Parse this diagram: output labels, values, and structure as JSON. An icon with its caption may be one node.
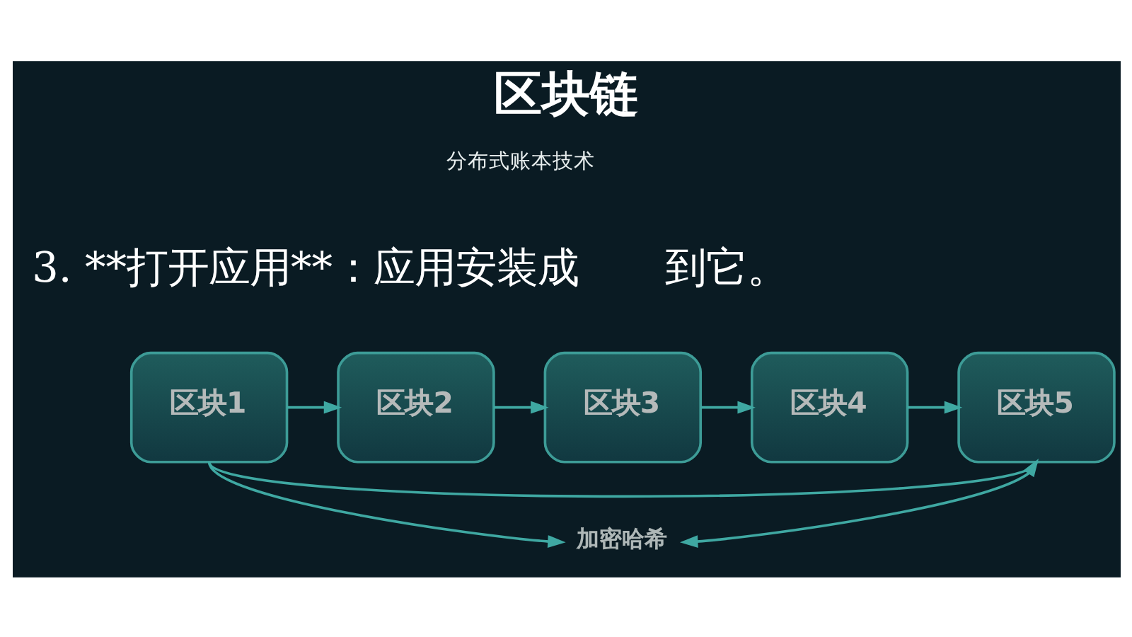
{
  "diagram": {
    "title": "区块链",
    "nodes": [
      {
        "text": [
          "区块1"
        ]
      },
      {
        "text": [
          "区块2"
        ]
      },
      {
        "text": [
          "区块3"
        ]
      },
      {
        "text": [
          "区块4"
        ]
      },
      {
        "text": [
          "区块5"
        ]
      },
      {
        "text": [
          "加密哈希"
        ]
      }
    ],
    "edges": [
      {
        "from": 0,
        "to": 1,
        "arrow": "to"
      },
      {
        "from": 1,
        "to": 2,
        "arrow": "to"
      },
      {
        "from": 2,
        "to": 3,
        "arrow": "to"
      },
      {
        "from": 3,
        "to": 4,
        "arrow": "to"
      },
      {
        "from": 0,
        "to": 4,
        "arrow": "none"
      },
      {
        "from": 0,
        "to": 5,
        "arrow": "to"
      },
      {
        "from": 4,
        "to": 5,
        "arrow": "both"
      }
    ],
    "labels": [
      "分布式账本技术",
      "3. **打开应用**：应用安装成",
      "到它。"
    ]
  }
}
